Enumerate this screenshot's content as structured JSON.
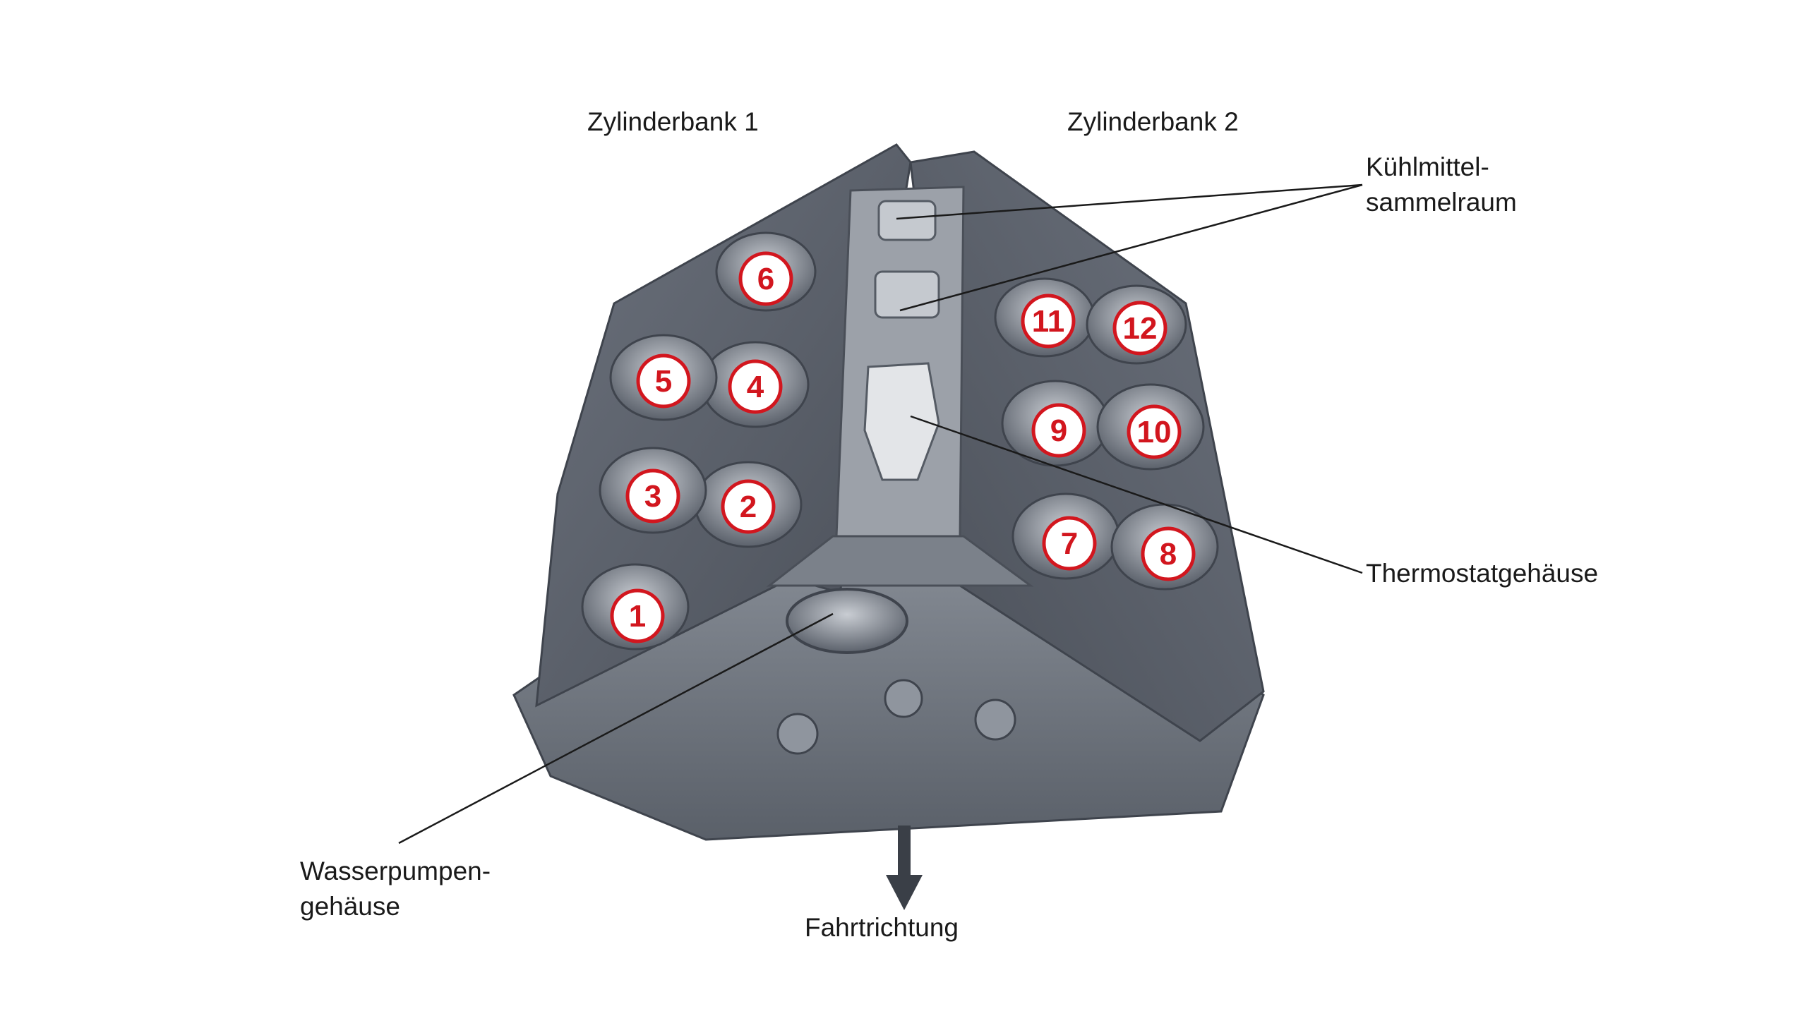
{
  "labels": {
    "bank1": "Zylinderbank 1",
    "bank2": "Zylinderbank 2",
    "coolant_line1": "Kühlmittel-",
    "coolant_line2": "sammelraum",
    "thermostat": "Thermostatgehäuse",
    "pump_line1": "Wasserpumpen-",
    "pump_line2": "gehäuse",
    "direction": "Fahrtrichtung"
  },
  "cylinders": [
    "1",
    "2",
    "3",
    "4",
    "5",
    "6",
    "7",
    "8",
    "9",
    "10",
    "11",
    "12"
  ],
  "colors": {
    "block": "#5e6470",
    "block_dark": "#3f444d",
    "block_light": "#a8adb5",
    "marker_ring": "#d2161e",
    "marker_fill": "#ffffff",
    "leader_line": "#1a1a1a"
  },
  "icons": {
    "direction": "arrow-down-icon"
  }
}
